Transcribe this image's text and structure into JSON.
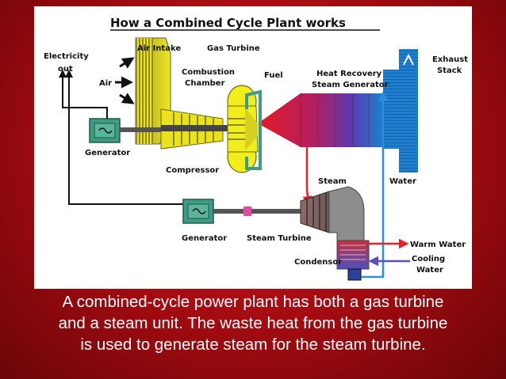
{
  "diagram": {
    "title": "How a Combined Cycle Plant works",
    "labels": {
      "air_intake": "Air Intake",
      "gas_turbine": "Gas Turbine",
      "electricity_1": "Electricity",
      "electricity_2": "out",
      "air": "Air",
      "combustion_1": "Combustion",
      "combustion_2": "Chamber",
      "fuel": "Fuel",
      "hrsg_1": "Heat Recovery",
      "hrsg_2": "Steam Generator",
      "exhaust_1": "Exhaust",
      "exhaust_2": "Stack",
      "generator_1": "Generator",
      "compressor": "Compressor",
      "steam": "Steam",
      "water": "Water",
      "generator_2": "Generator",
      "steam_turbine": "Steam Turbine",
      "warm_water": "Warm Water",
      "condensor": "Condensor",
      "cooling_1": "Cooling",
      "cooling_2": "Water"
    },
    "colors": {
      "yellow": "#f2ee1c",
      "exhaust_blue": "#1e7fd0",
      "hrsg_red": "#e0202a",
      "steam_red": "#e8202a",
      "water_blue": "#2b8fe0",
      "generator_green": "#3f9c82",
      "cooling_purple": "#5a4fc0"
    }
  },
  "caption": {
    "line1": "A combined-cycle power plant has both a gas turbine",
    "line2": "and a steam unit.  The waste heat from the gas turbine",
    "line3": "is used to generate steam for the steam turbine."
  }
}
